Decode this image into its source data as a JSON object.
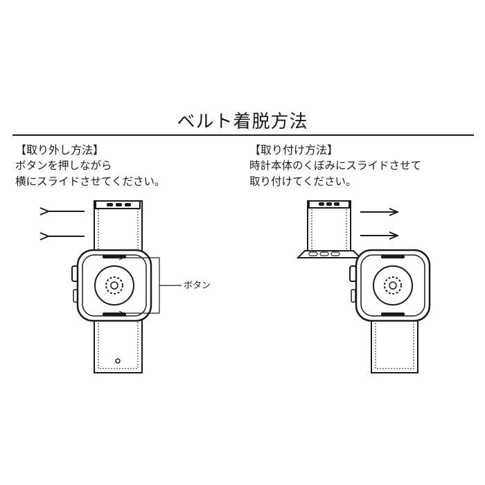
{
  "title": "ベルト着脱方法",
  "remove": {
    "heading": "【取り外し方法】",
    "line1": "ボタンを押しながら",
    "line2": "横にスライドさせてください。"
  },
  "attach": {
    "heading": "【取り付け方法】",
    "line1": "時計本体のくぼみにスライドさせて",
    "line2": "取り付けてください。"
  },
  "button_label": "ボタン"
}
